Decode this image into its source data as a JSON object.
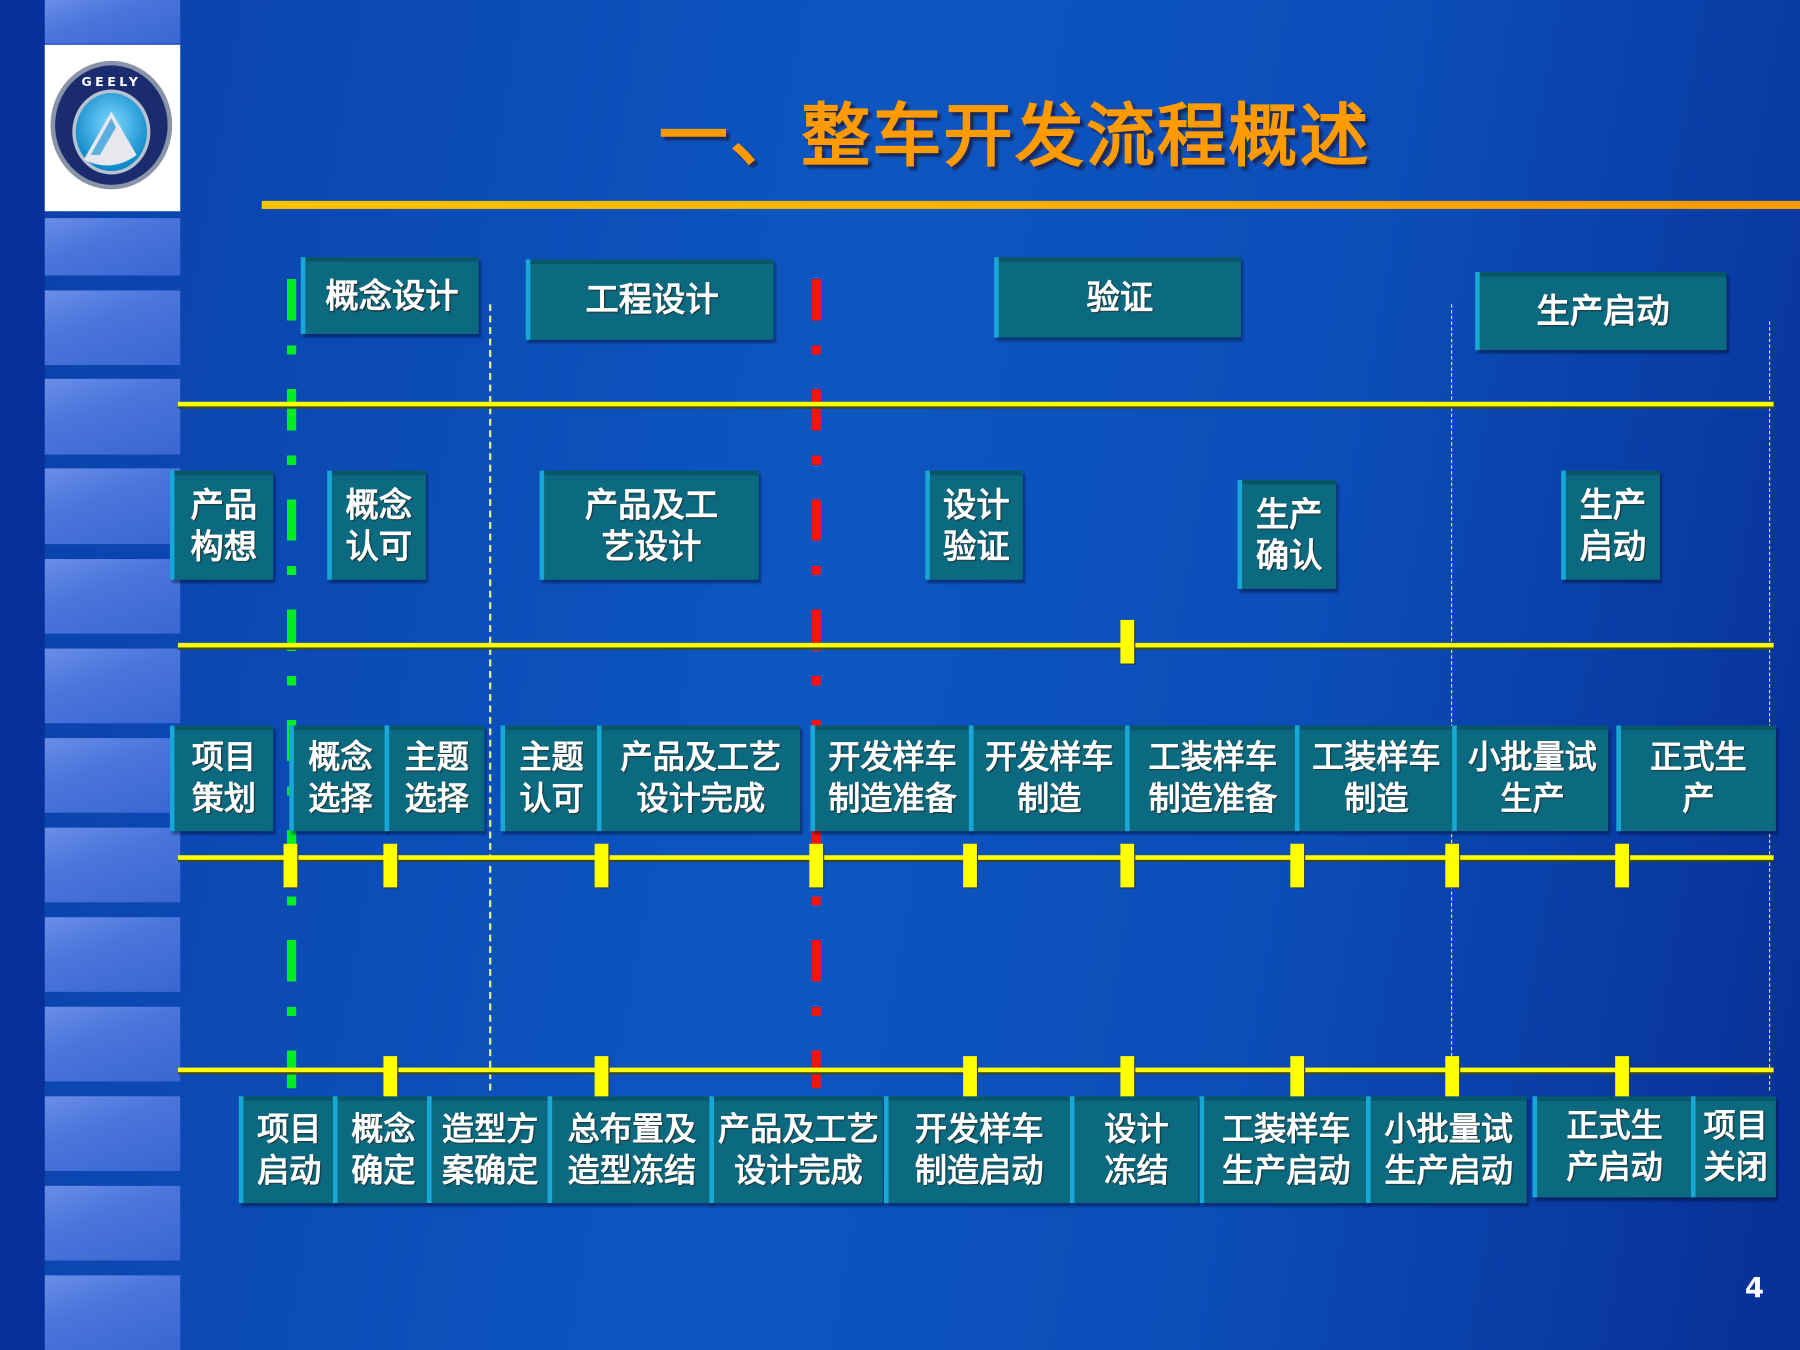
{
  "slide": {
    "title": "一、整车开发流程概述",
    "page_number": "4",
    "logo_text": "GEELY"
  },
  "phases": [
    {
      "label": "概念设计"
    },
    {
      "label": "工程设计"
    },
    {
      "label": "验证"
    },
    {
      "label": "生产启动"
    }
  ],
  "stages": [
    {
      "label": "产品\n构想"
    },
    {
      "label": "概念\n认可"
    },
    {
      "label": "产品及工\n艺设计"
    },
    {
      "label": "设计\n验证"
    },
    {
      "label": "生产\n确认"
    },
    {
      "label": "生产\n启动"
    }
  ],
  "activities": [
    {
      "label": "项目\n策划"
    },
    {
      "label": "概念\n选择"
    },
    {
      "label": "主题\n选择"
    },
    {
      "label": "主题\n认可"
    },
    {
      "label": "产品及工艺\n设计完成"
    },
    {
      "label": "开发样车\n制造准备"
    },
    {
      "label": "开发样车\n制造"
    },
    {
      "label": "工装样车\n制造准备"
    },
    {
      "label": "工装样车\n制造"
    },
    {
      "label": "小批量试\n生产"
    },
    {
      "label": "正式生\n产"
    }
  ],
  "milestones": [
    {
      "label": "项目\n启动"
    },
    {
      "label": "概念\n确定"
    },
    {
      "label": "造型方\n案确定"
    },
    {
      "label": "总布置及\n造型冻结"
    },
    {
      "label": "产品及工艺\n设计完成"
    },
    {
      "label": "开发样车\n制造启动"
    },
    {
      "label": "设计\n冻结"
    },
    {
      "label": "工装样车\n生产启动"
    },
    {
      "label": "小批量试\n生产启动"
    },
    {
      "label": "正式生\n产启动"
    },
    {
      "label": "项目\n关闭"
    }
  ],
  "colors": {
    "title": "#ff9a00",
    "timeline": "#ffff00",
    "box": "#0b6a80",
    "gate_green": "#00ee22",
    "gate_red": "#ff1010"
  }
}
